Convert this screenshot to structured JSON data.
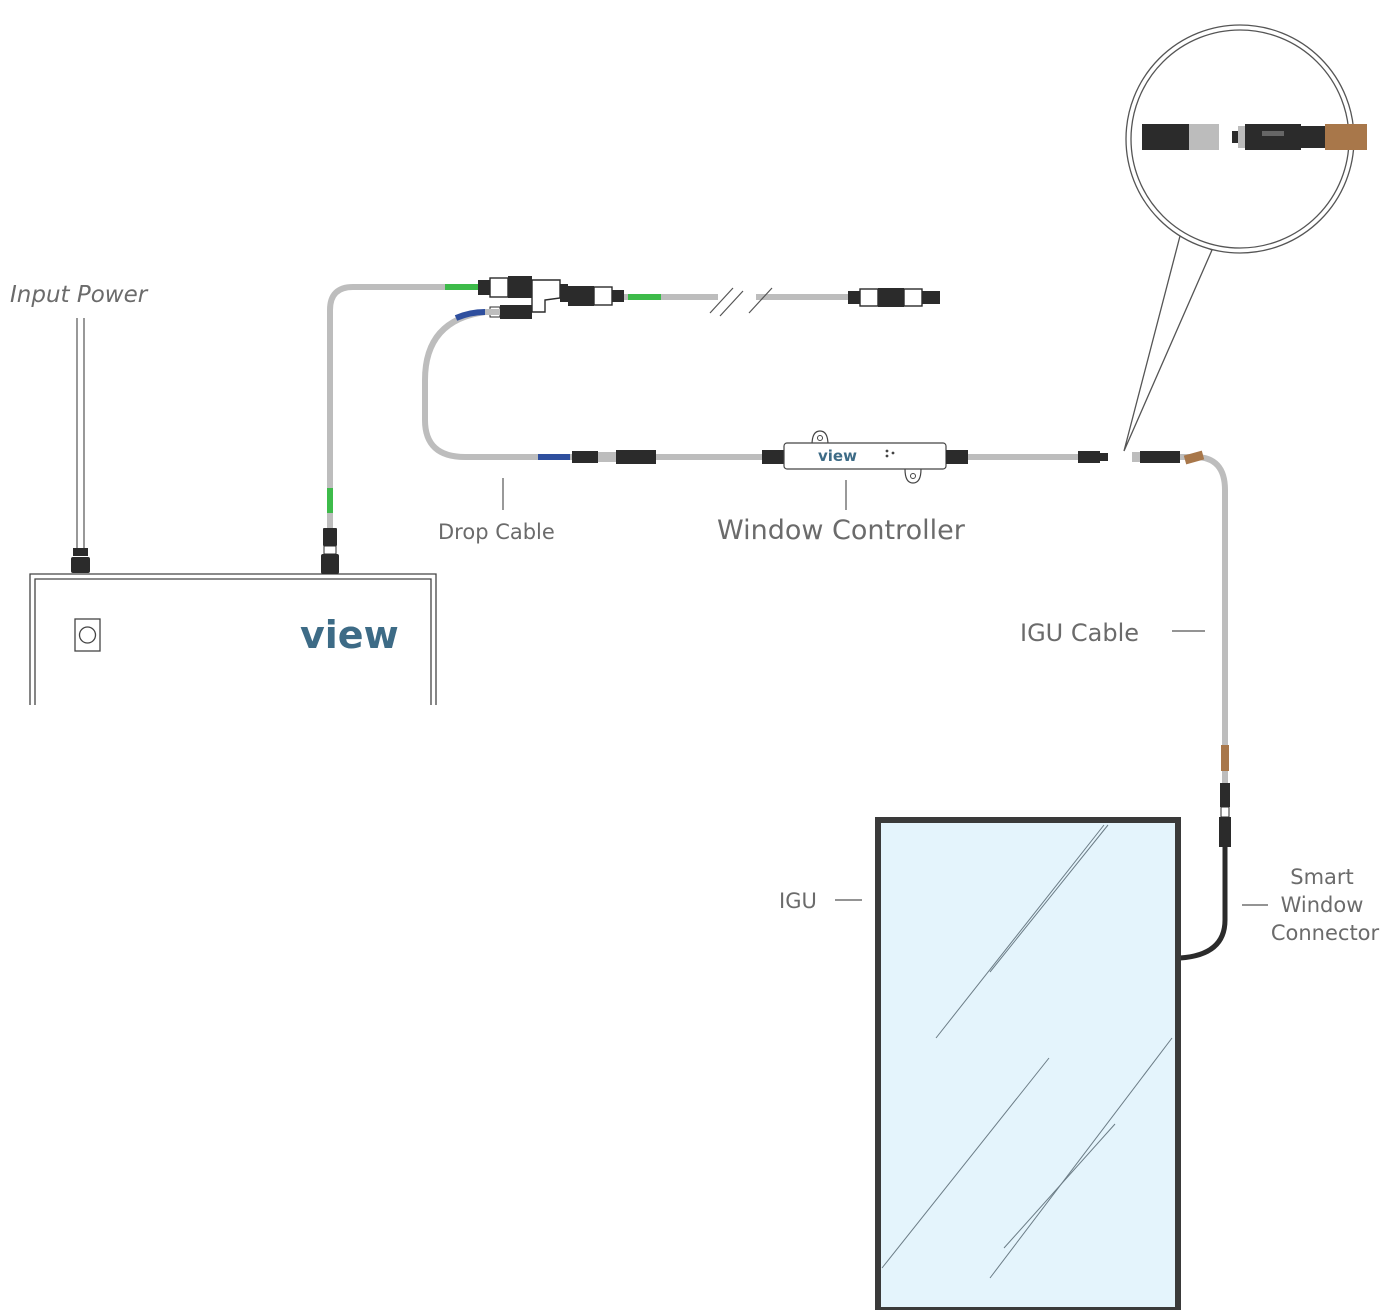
{
  "labels": {
    "input_power": "Input Power",
    "drop_cable": "Drop Cable",
    "window_controller": "Window Controller",
    "igu_cable": "IGU Cable",
    "igu": "IGU",
    "smart_window_connector": [
      "Smart",
      "Window",
      "Connector"
    ]
  },
  "brand": {
    "power_box": "view",
    "window_controller": "view"
  },
  "colors": {
    "cable": "#bdbdbd",
    "trunk_marker": "#3dbb4a",
    "drop_marker": "#2f4f9e",
    "igu_marker": "#a8774a",
    "connector": "#2b2b2b",
    "glass": "#e4f4fc",
    "frame": "#3a3a3a",
    "brand": "#3d6b86"
  }
}
